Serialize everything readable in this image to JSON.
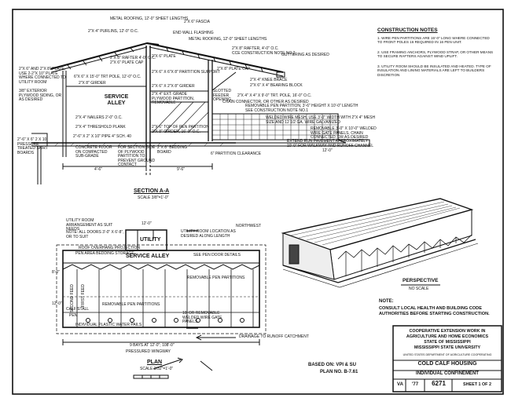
{
  "construction_notes": {
    "title": "CONSTRUCTION NOTES",
    "items": [
      "1. WIRE PEN PARTITIONS ARE 15'-0\" LONG WHERE CONNECTED TO FRONT POLES 16 REQUIRED IN 16 PEN UNIT.",
      "2. USE FRAMING ANCHORS, PLYWOOD STRAP, OR OTHER MEANS TO SECURE RAFTERS AGAINST WIND UPLIFT.",
      "3. UTILITY ROOM SHOULD BE INSULATED AND HEATED. TYPE OF INSULATION AND LINING MATERIALS ARE LEFT TO BUILDERS DISCRETION"
    ]
  },
  "section_labels": [
    "METAL ROOFING, 12'-0\" SHEET LENGTHS",
    "2\"x 6\" FASCIA",
    "2\"x 4\" PURLINS, 12'-0\" O.C.",
    "END WALL FLASHING",
    "METAL ROOFING, 12'-0\" SHEET LENGTHS",
    "2\"x 8\" RAFTER, 4'-0\" O.C.",
    "CCE CONSTRUCTION NOTE NO.2",
    "2\"x 6\" PLATE",
    "2\"x 8\" RAFTER 4'-0\" O.C.",
    "2\"x 6\" PLATE CAP",
    "GUTTERING AS DESIRED",
    "2\"x 6\" AND 2\"x 8\" PLATE, USE 2-2\"x 10\" PLATE WHERE CONNECTED TO UTILITY ROOM",
    "6\"x 6\" x 15'-0\" TRT POLE, 12'-0\" O.C.",
    "2\"x 6\" x 6\"x 8\" PARTITION SUPPORT",
    "2\"x 8\" GIRDER",
    "2\"x 8\" PLATE CAP",
    "2\"x 4\" KNEE BRACE",
    "2\"x 6\" x 4\" BEARING BLOCK",
    "3/8\" EXTERIOR PLYWOOD SIDING, OR AS DESIRED",
    "2\"x 6\" x 2\"x 8\" GIRDER",
    "2\"x 4\" EXT. GRADE PLYWOOD PARTITION, REMOVABLE",
    "SERVICE ALLEY",
    "SLOTTED FEEDER OPENING",
    "2\"x 4\" x 4\" x 9'-0\" TRT. POLE, 16'-0\" O.C.",
    "CHAIN CONNECTOR, OR OTHER AS DESIRED",
    "REMOVABLE PEN PARTITION, 3'-6\" HEIGHT X 10'-0\" LENGTH SEE CONSTRUCTION NOTE NO.1",
    "2\"x 4\" NAILERS 2'-0\" O.C.",
    "WELDED WIRE MESH, USE 3'-0\" WIDTH WITH 2\"x 4\" MESH SIZE AND 12 1/2 GA. WIRE GALVANIZED",
    "2\"x 4\" THRESHOLD PLANK",
    "REMOVABLE 3'-0\" x 10'-0\" WELDED WIRE GATE PANELS, CHAIN CONNECTED, OR AS DESIRED",
    "2\"x 6\" TOP OF PEN PARTITION",
    "2\"x 8\" GIRDER, 16'-0\" O.C.",
    "2\"-6\" x 2\" x 10\" PIPE 4\" SCH. 40",
    "2\"-6\" X 6\" 2 X 10 PRESSURE TREATED SKIRT BOARDS",
    "CONCRETE FLOOR ON COMPACTED SUB-GRADE",
    "FOR SECTION SIDE OF PLYWOOD PARTITION TO PREVENT GROUND CONTACT",
    "2\"x 8\" BEDDING BOARD",
    "EXTEND RUN PAVEMENT APPROXIMATELY 10'-0\" FOR WALKWAY AND RUNOFF CHANNEL",
    "6\" PARTITION CLEARANCE"
  ],
  "section_dims": [
    "4'-6\"",
    "9'-6\"",
    "12'-0\""
  ],
  "section_title": "SECTION A-A",
  "section_scale": "SCALE 3/8\"=1'-0\"",
  "plan_labels": [
    "UTILITY ROOM ARRANGEMENT AS SUIT NEEDS",
    "NOTE: ALL DOORS 3'-0\" X 6'-8\", OR TO SUIT",
    "UTILITY",
    "UTILITY ROOM LOCATION AS DESIRED ALONG LENGTH",
    "NORTHWEST",
    "ROOF OVERHANG PROJECTION",
    "PEN AREA BEDDING STORAGE",
    "SERVICE ALLEY",
    "SEE PEN DOOR DETAILS",
    "REMOVABLE PEN PARTITIONS",
    "REMOVABLE PEN PARTITIONS",
    "SECOND FEED",
    "FIRST FEED",
    "PEN",
    "CALF STALL",
    "INDIVIDUAL PLASTIC WATER PAILS",
    "10' OR REMOVABLE WELDED WIRE GATE PANELS",
    "DRAINAGE TO RUNOFF CATCHMENT",
    "PRESSURED WINGWAY"
  ],
  "plan_dims": [
    "12'-0\"",
    "8'-0\"",
    "12'-0\"",
    "9 BAYS AT 12'-0\"; 108'-0\""
  ],
  "plan_title": "PLAN",
  "plan_scale": "SCALE 3/32\"=1'-0\"",
  "perspective_title": "PERSPECTIVE",
  "perspective_scale": "NO SCALE",
  "note": {
    "heading": "NOTE:",
    "body": "CONSULT LOCAL HEALTH AND BUILDING CODE AUTHORITIES BEFORE STARTING CONSTRUCTION."
  },
  "title_block": {
    "org_line1": "COOPERATIVE EXTENSION WORK IN",
    "org_line2": "AGRICULTURE AND HOME ECONOMICS",
    "org_line3": "STATE OF MISSISSIPPI",
    "org_line4": "MISSISSIPPI STATE UNIVERSITY",
    "org_line5": "UNITED STATES DEPARTMENT OF AGRICULTURE COOPERATING",
    "title1": "COLD CALF HOUSING",
    "title2": "INDIVIDUAL CONFINEMENT",
    "state": "VA",
    "year": "'77",
    "plan_no": "6271",
    "sheet": "SHEET 1 OF 2"
  },
  "based_on": "BASED ON: VPI & SU",
  "plan_ref": "PLAN NO. B-7.61"
}
